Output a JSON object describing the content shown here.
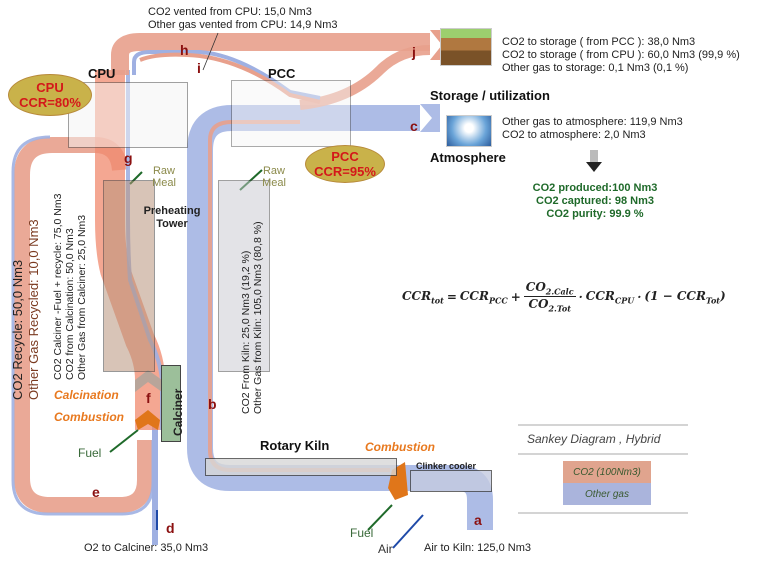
{
  "title": "Sankey Diagram , Hybrid",
  "colors": {
    "co2_flow": "#e8a08c",
    "other_gas_flow": "#9fb0e2",
    "label_red": "#8b1010",
    "ccr_badge_fill": "#c9b24a",
    "ccr_badge_text": "#d4181a",
    "combustion_text": "#e8791f",
    "summary_green": "#1f6a2a"
  },
  "units": {
    "cpu": {
      "title": "CPU",
      "badge_line1": "CPU",
      "badge_line2": "CCR=80%"
    },
    "pcc": {
      "title": "PCC",
      "badge_line1": "PCC",
      "badge_line2": "CCR=95%"
    },
    "preheating_tower": "Preheating Tower",
    "calciner": "Calciner",
    "rotary_kiln": "Rotary Kiln",
    "clinker_cooler": "Clinker cooler",
    "storage": "Storage / utilization",
    "atmosphere": "Atmosphere"
  },
  "process_labels": {
    "raw_meal": "Raw Meal",
    "calcination": "Calcination",
    "combustion": "Combustion",
    "fuel": "Fuel",
    "air": "Air"
  },
  "flow_letters": [
    "a",
    "b",
    "c",
    "d",
    "e",
    "f",
    "g",
    "h",
    "i",
    "j"
  ],
  "annotations": {
    "cpu_vent": [
      "CO2 vented from CPU: 15,0 Nm3",
      "Other gas vented from CPU: 14,9 Nm3"
    ],
    "storage": [
      "CO2 to storage ( from PCC ): 38,0 Nm3",
      "CO2 to storage ( from CPU ): 60,0 Nm3 (99,9 %)",
      "Other gas to storage: 0,1 Nm3 (0,1 %)"
    ],
    "atmosphere": [
      "Other gas to atmosphere: 119,9 Nm3",
      "CO2 to atmosphere: 2,0 Nm3"
    ],
    "recycle": [
      "CO2 Recycle: 50,0 Nm3",
      "Other Gas Recycled: 10,0 Nm3"
    ],
    "calciner_out": [
      "CO2 Calciner -Fuel + recycle: 75,0 Nm3",
      "CO2 from Calcination: 50,0 Nm3",
      "Other Gas from Calciner: 25,0 Nm3"
    ],
    "kiln_out": [
      "CO2 From Kiln: 25,0 Nm3 (19,2 %)",
      "Other Gas from Kiln: 105,0 Nm3 (80,8 %)"
    ],
    "o2_calciner": "O2 to Calciner: 35,0 Nm3",
    "air_kiln": "Air to Kiln: 125,0 Nm3"
  },
  "summary": [
    "CO2 produced:100 Nm3",
    "CO2 captured: 98 Nm3",
    "CO2 purity: 99.9 %"
  ],
  "formula": {
    "lhs": "CCR",
    "lhs_sub": "tot",
    "t1": "CCR",
    "t1_sub": "PCC",
    "num": "CO",
    "num_sub": "2.Calc",
    "den": "CO",
    "den_sub": "2.Tot",
    "t2": "CCR",
    "t2_sub": "CPU",
    "t3": "(1 − CCR",
    "t3_sub": "Tot",
    "t3_end": ")"
  },
  "legend": {
    "title": "Sankey Diagram , Hybrid",
    "co2": "CO2 (100Nm3)",
    "other": "Other gas"
  }
}
